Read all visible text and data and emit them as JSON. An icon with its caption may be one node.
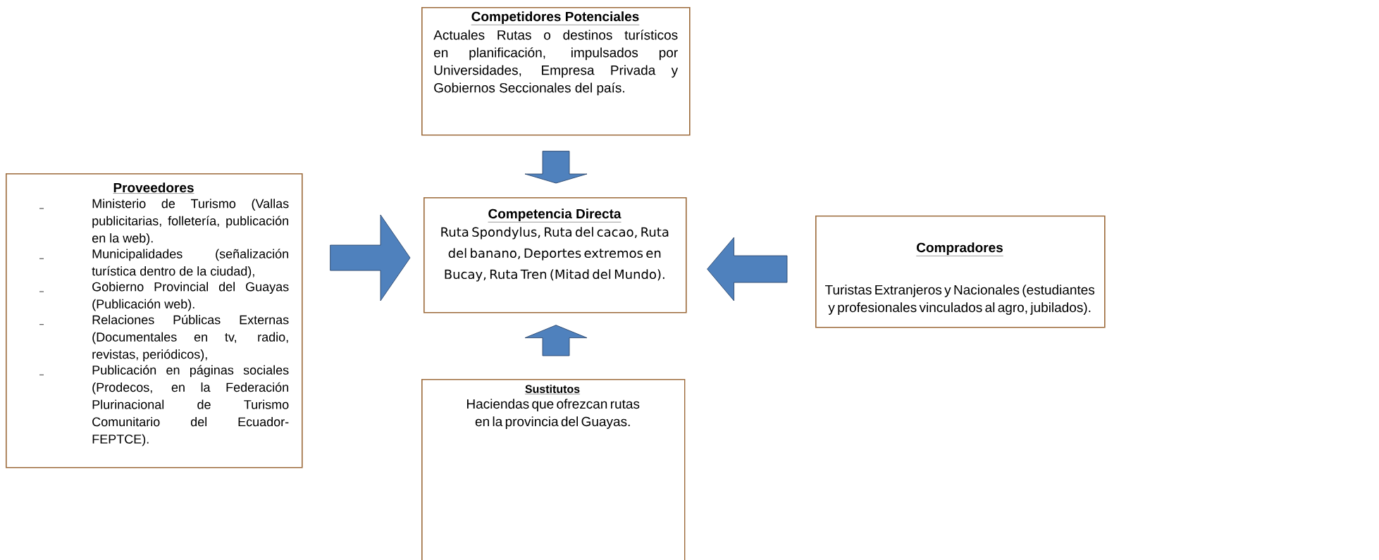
{
  "diagram": {
    "nodes": [
      {
        "text": [
          "Competidores Potenciales",
          "Actuales Rutas o destinos turísticos en planificación, impulsados por Universidades, Empresa Privada y Gobiernos Seccionales del país."
        ]
      },
      {
        "text": [
          "Proveedores",
          "Ministerio de Turismo (Vallas publicitarias, folletería, publicación en la web).",
          "Municipalidades (señalización turística dentro de la ciudad),",
          "Gobierno Provincial del Guayas (Publicación web).",
          "Relaciones Públicas Externas (Documentales en tv, radio, revistas, periódicos),",
          "Publicación en páginas sociales (Prodecos, en la Federación Plurinacional de Turismo Comunitario del Ecuador-FEPTCE)."
        ]
      },
      {
        "text": [
          "Competencia Directa",
          "Ruta Spondylus, Ruta del cacao, Ruta del banano, Deportes extremos en Bucay, Ruta Tren (Mitad del Mundo)."
        ]
      },
      {
        "text": [
          "Compradores",
          "Turistas Extranjeros y Nacionales (estudiantes y profesionales vinculados al agro, jubilados)."
        ]
      },
      {
        "text": [
          "Sustitutos",
          "Haciendas que ofrezcan rutas en la provincia del Guayas."
        ]
      }
    ],
    "edges": [
      {
        "from": 0,
        "to": 2,
        "arrow": "to"
      },
      {
        "from": 1,
        "to": 2,
        "arrow": "to"
      },
      {
        "from": 3,
        "to": 2,
        "arrow": "to"
      },
      {
        "from": 4,
        "to": 2,
        "arrow": "to"
      }
    ]
  }
}
